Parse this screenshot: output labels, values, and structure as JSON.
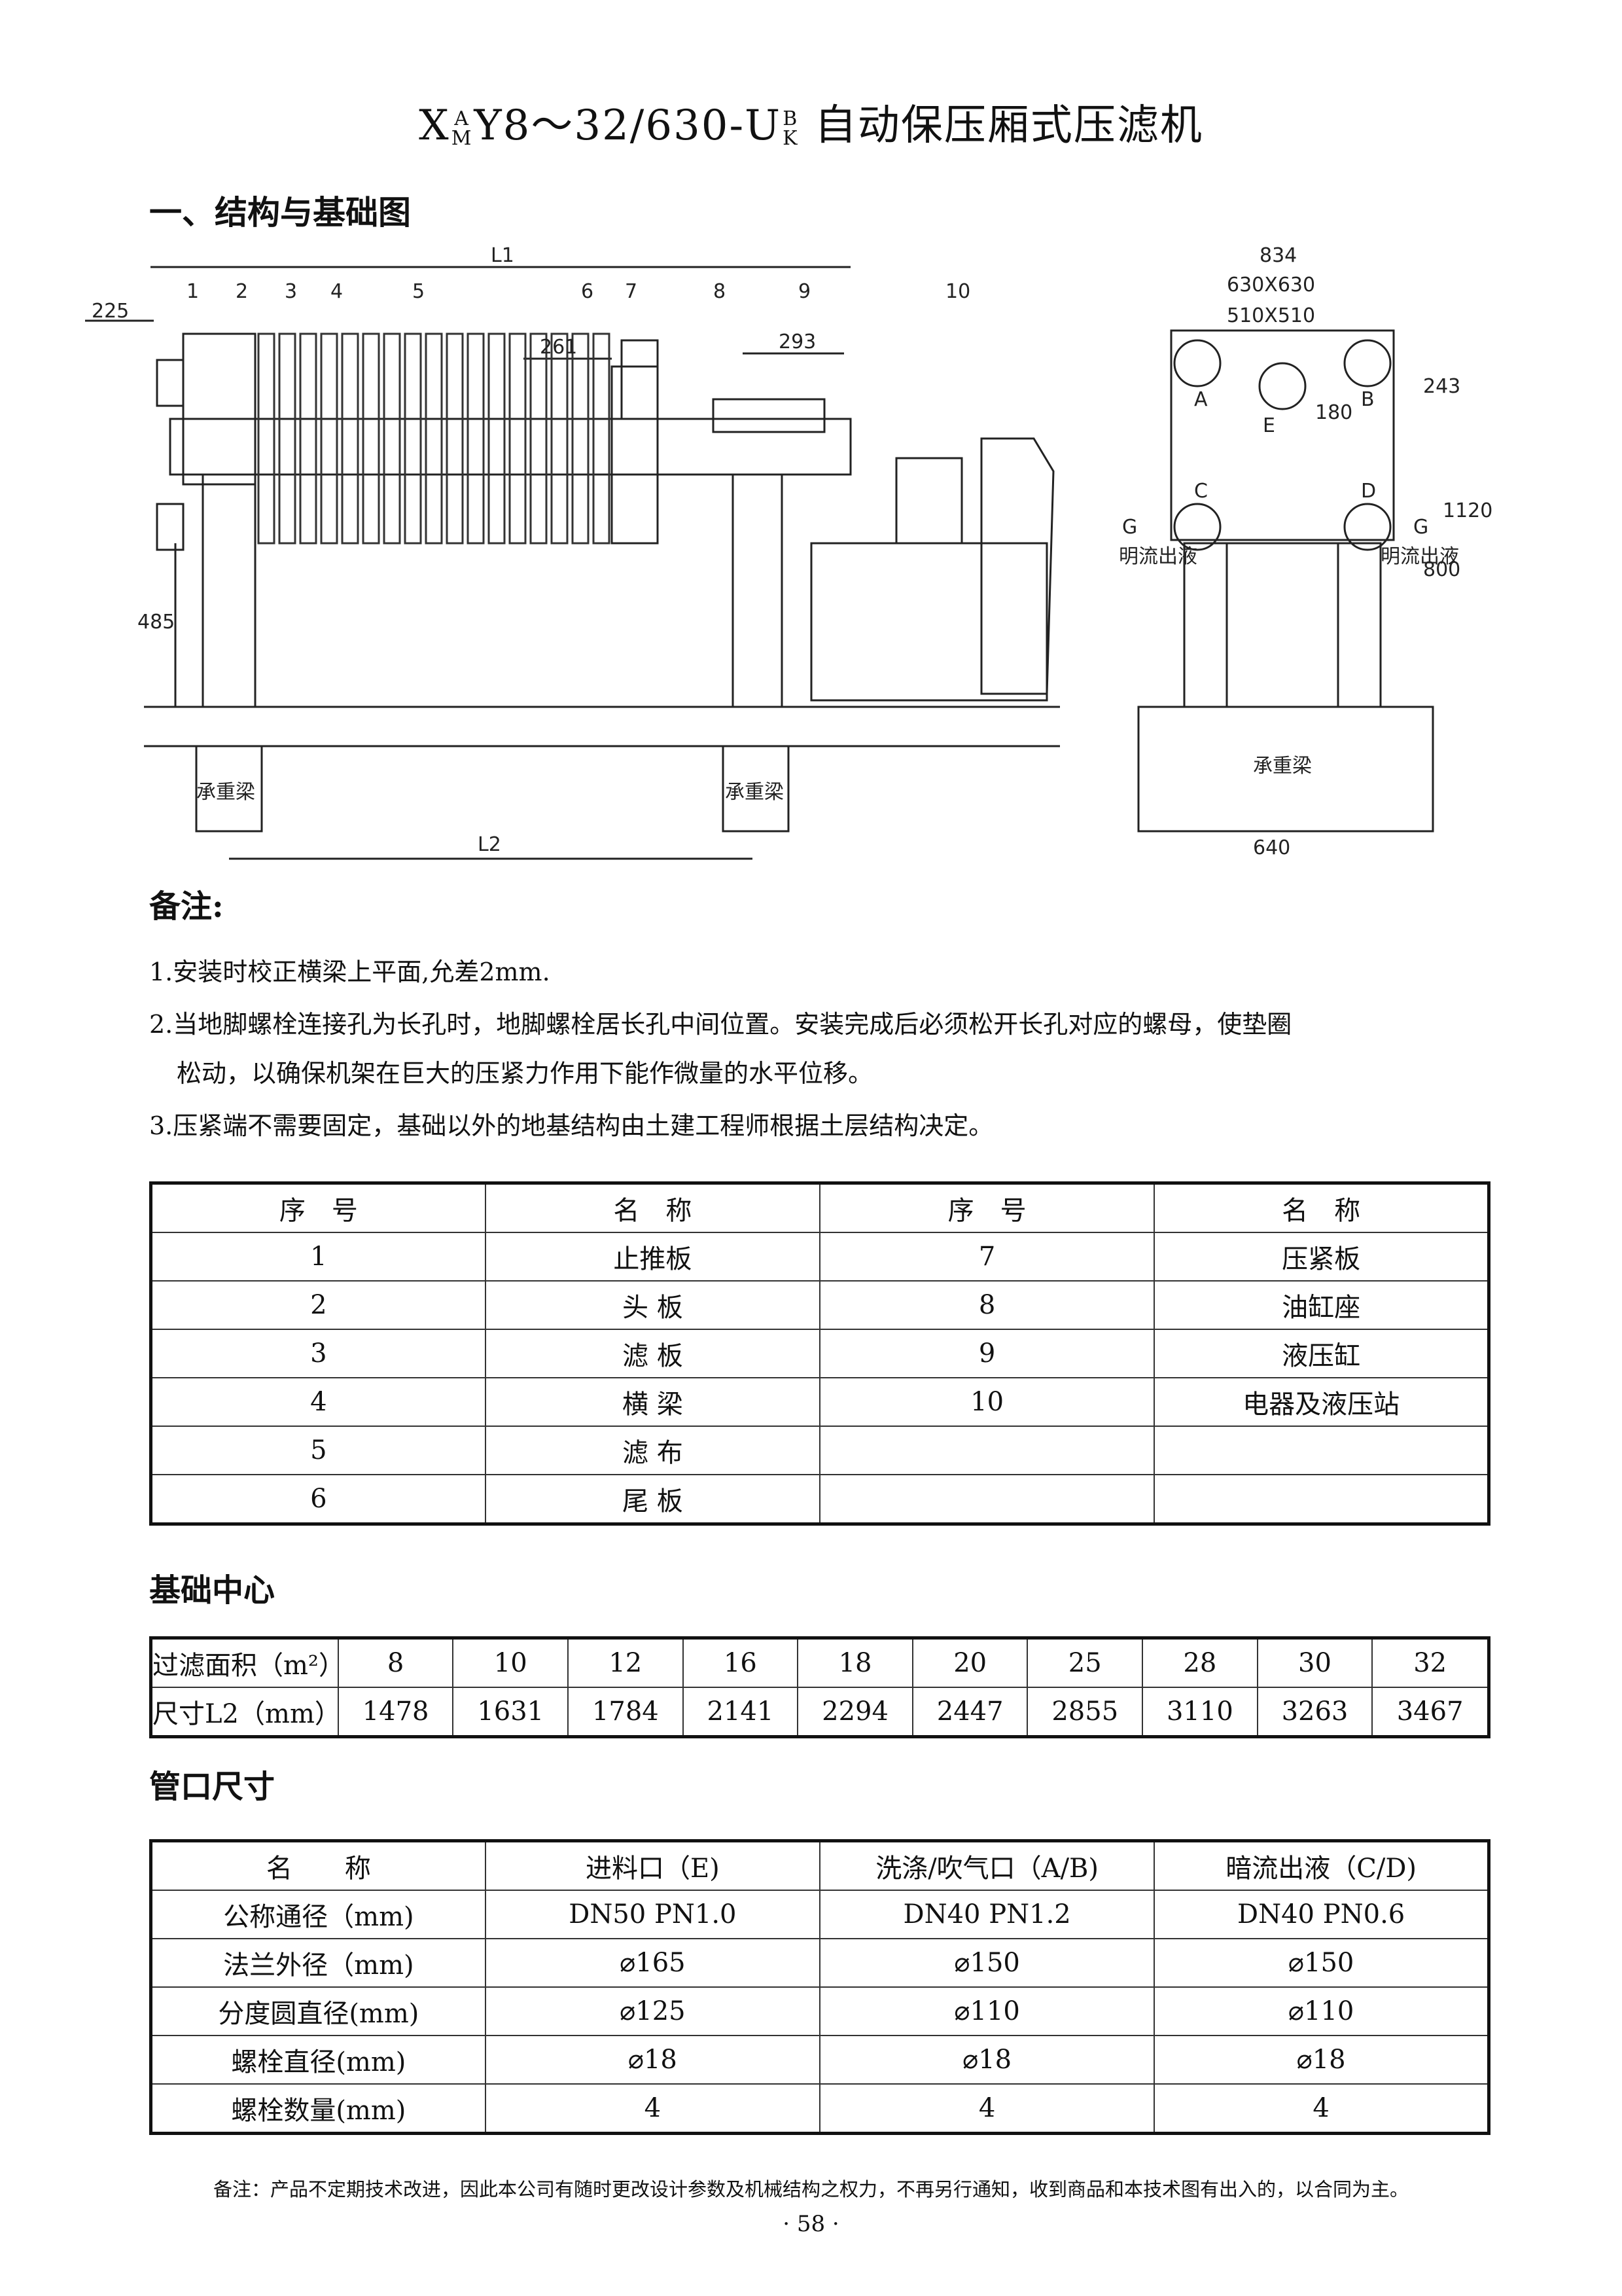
{
  "title": {
    "prefix": "X",
    "stack1_top": "A",
    "stack1_bottom": "M",
    "model": "Y8～32/630-U",
    "stack2_top": "B",
    "stack2_bottom": "K",
    "name": "自动保压厢式压滤机"
  },
  "section1_heading": "一、结构与基础图",
  "drawing": {
    "dims_side": [
      "L1",
      "225",
      "261",
      "293",
      "485",
      "L2"
    ],
    "callouts": [
      "1",
      "2",
      "3",
      "4",
      "5",
      "6",
      "7",
      "8",
      "9",
      "10"
    ],
    "beam_label": "承重梁",
    "dims_front": [
      "834",
      "630X630",
      "510X510",
      "243",
      "180",
      "1120",
      "800",
      "640"
    ],
    "ports": [
      "A",
      "B",
      "C",
      "D",
      "E"
    ],
    "g_label": "G",
    "drain_label": "明流出液"
  },
  "notes": {
    "heading": "备注:",
    "lines": [
      "1.安装时校正横梁上平面,允差2mm.",
      "2.当地脚螺栓连接孔为长孔时，地脚螺栓居长孔中间位置。安装完成后必须松开长孔对应的螺母，使垫圈",
      "松动，以确保机架在巨大的压紧力作用下能作微量的水平位移。",
      "3.压紧端不需要固定，基础以外的地基结构由土建工程师根据土层结构决定。"
    ]
  },
  "parts_table": {
    "headers": [
      "序　号",
      "名　称",
      "序　号",
      "名　称"
    ],
    "rows": [
      [
        "1",
        "止推板",
        "7",
        "压紧板"
      ],
      [
        "2",
        "头 板",
        "8",
        "油缸座"
      ],
      [
        "3",
        "滤 板",
        "9",
        "液压缸"
      ],
      [
        "4",
        "横 梁",
        "10",
        "电器及液压站"
      ],
      [
        "5",
        "滤 布",
        "",
        ""
      ],
      [
        "6",
        "尾 板",
        "",
        ""
      ]
    ]
  },
  "foundation": {
    "heading": "基础中心",
    "row1_label": "过滤面积（m²）",
    "row2_label": "尺寸L2（mm）",
    "areas": [
      "8",
      "10",
      "12",
      "16",
      "18",
      "20",
      "25",
      "28",
      "30",
      "32"
    ],
    "l2": [
      "1478",
      "1631",
      "1784",
      "2141",
      "2294",
      "2447",
      "2855",
      "3110",
      "3263",
      "3467"
    ]
  },
  "ports_table": {
    "heading": "管口尺寸",
    "headers": [
      "名　　称",
      "进料口（E)",
      "洗涤/吹气口（A/B)",
      "暗流出液（C/D)"
    ],
    "rows": [
      [
        "公称通径（mm)",
        "DN50  PN1.0",
        "DN40  PN1.2",
        "DN40  PN0.6"
      ],
      [
        "法兰外径（mm)",
        "⌀165",
        "⌀150",
        "⌀150"
      ],
      [
        "分度圆直径(mm)",
        "⌀125",
        "⌀110",
        "⌀110"
      ],
      [
        "螺栓直径(mm)",
        "⌀18",
        "⌀18",
        "⌀18"
      ],
      [
        "螺栓数量(mm)",
        "4",
        "4",
        "4"
      ]
    ]
  },
  "footnote": "备注：产品不定期技术改进，因此本公司有随时更改设计参数及机械结构之权力，不再另行通知，收到商品和本技术图有出入的，以合同为主。",
  "page_number": "· 58 ·"
}
